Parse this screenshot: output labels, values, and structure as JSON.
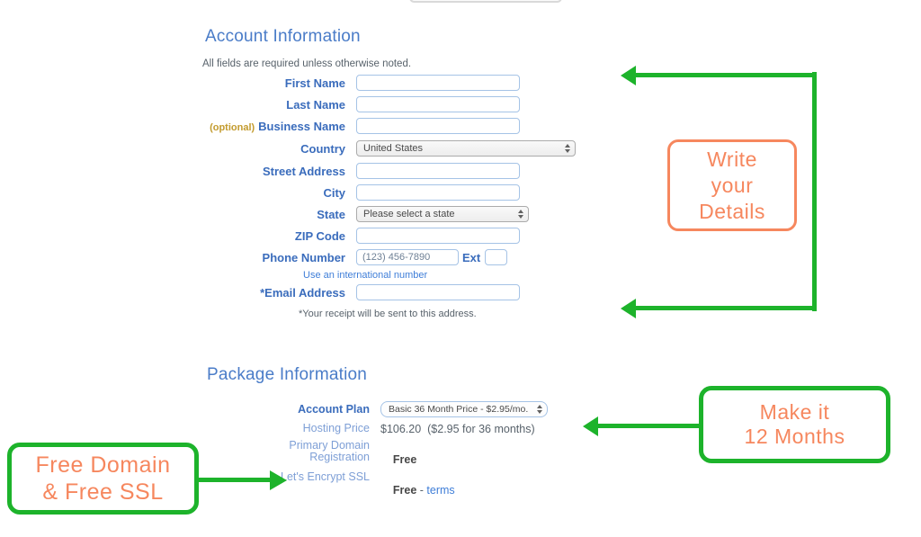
{
  "colors": {
    "green": "#1db32b",
    "orange": "#f6875e",
    "heading_blue": "#4a7cc8",
    "label_blue": "#3a6cbc",
    "light_label_blue": "#7e9fd6",
    "link_blue": "#3f7ed8",
    "optional_gold": "#c39b2e"
  },
  "account": {
    "title": "Account Information",
    "note": "All fields are required unless otherwise noted.",
    "labels": {
      "first_name": "First Name",
      "last_name": "Last Name",
      "business_name_prefix": "(optional)",
      "business_name": "Business Name",
      "country": "Country",
      "street": "Street Address",
      "city": "City",
      "state": "State",
      "zip": "ZIP Code",
      "phone": "Phone Number",
      "ext": "Ext",
      "email": "*Email Address"
    },
    "values": {
      "country": "United States",
      "state": "Please select a state"
    },
    "phone_placeholder": "(123) 456-7890",
    "intl_link": "Use an international number",
    "receipt_note": "*Your receipt will be sent to this address."
  },
  "package": {
    "title": "Package Information",
    "labels": {
      "account_plan": "Account Plan",
      "hosting_price": "Hosting Price",
      "primary_domain_line1": "Primary Domain",
      "primary_domain_line2": "Registration",
      "ssl": "Let's Encrypt SSL"
    },
    "values": {
      "account_plan": "Basic 36 Month Price - $2.95/mo.",
      "hosting_price": "$106.20  ($2.95 for 36 months)",
      "primary_domain": "Free",
      "ssl_free": "Free",
      "ssl_sep": " - ",
      "ssl_terms": "terms"
    }
  },
  "annotations": {
    "write_details": "Write\nyour\nDetails",
    "make_12_months": "Make it\n12 Months",
    "free_domain": "Free Domain\n& Free SSL"
  }
}
